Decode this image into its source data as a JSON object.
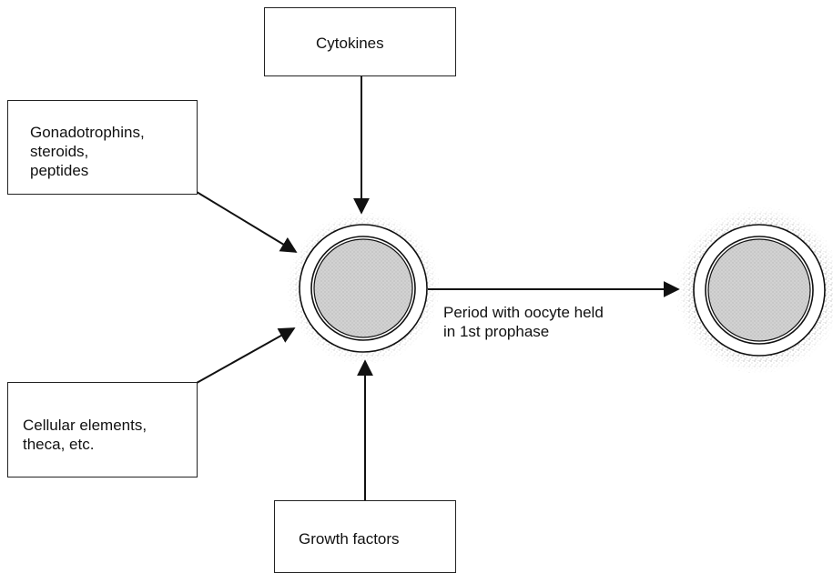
{
  "boxes": {
    "top": {
      "label": "Cytokines"
    },
    "left_upper": {
      "label": "Gonadotrophins,\nsteroids,\npeptides"
    },
    "left_lower": {
      "label": "Cellular elements,\ntheca, etc."
    },
    "bottom": {
      "label": "Growth factors"
    }
  },
  "arrow_label": "Period with oocyte held\nin 1st prophase"
}
